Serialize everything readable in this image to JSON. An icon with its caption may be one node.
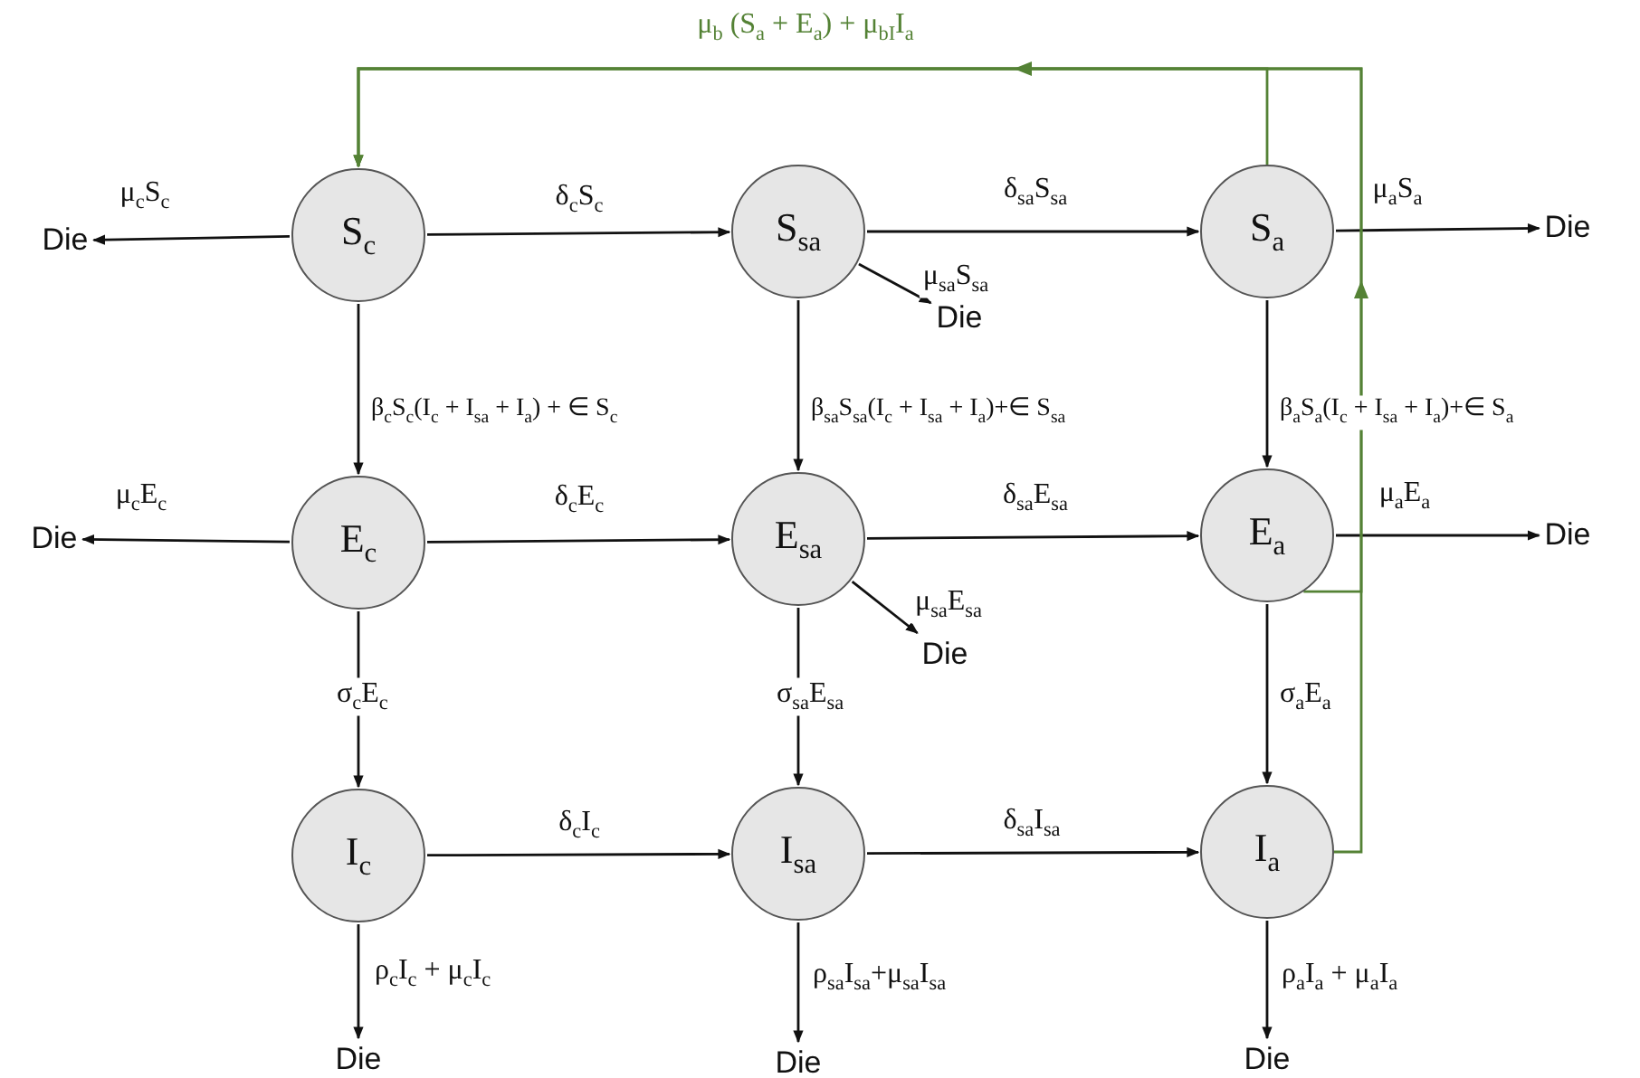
{
  "diagram": {
    "nodes": [
      {
        "text": [
          "Die"
        ]
      },
      {
        "text": [
          "S$_{c}$"
        ]
      },
      {
        "text": [
          "S$_{sa}$"
        ]
      },
      {
        "text": [
          "S$_{a}$"
        ]
      },
      {
        "text": [
          "Die"
        ]
      },
      {
        "text": [
          "Die"
        ]
      },
      {
        "text": [
          "Die"
        ]
      },
      {
        "text": [
          "E$_{c}$"
        ]
      },
      {
        "text": [
          "E$_{sa}$"
        ]
      },
      {
        "text": [
          "E$_{a}$"
        ]
      },
      {
        "text": [
          "Die"
        ]
      },
      {
        "text": [
          "Die"
        ]
      },
      {
        "text": [
          "I$_{c}$"
        ]
      },
      {
        "text": [
          "I$_{sa}$"
        ]
      },
      {
        "text": [
          "I$_{a}$"
        ]
      },
      {
        "text": [
          "Die"
        ]
      },
      {
        "text": [
          "Die"
        ]
      },
      {
        "text": [
          "Die"
        ]
      }
    ],
    "edges": [
      {
        "from": 1,
        "to": 0,
        "arrow": "to",
        "label": "μ$_{c}$S$_{c}$"
      },
      {
        "from": 1,
        "to": 2,
        "arrow": "to",
        "label": "δ$_{c}$S$_{c}$"
      },
      {
        "from": 2,
        "to": 3,
        "arrow": "to",
        "label": "δ$_{sa}$S$_{sa}$"
      },
      {
        "from": 3,
        "to": 4,
        "arrow": "to",
        "label": "μ$_{a}$S$_{a}$"
      },
      {
        "from": 2,
        "to": 5,
        "arrow": "to",
        "label": "μ$_{sa}$S$_{sa}$"
      },
      {
        "from": 1,
        "to": 7,
        "arrow": "to",
        "label": "β$_{c}$S$_{c}$(I$_{c}$ + I$_{sa}$ + I$_{a}$) + ∈ S$_{c}$"
      },
      {
        "from": 2,
        "to": 8,
        "arrow": "to",
        "label": "β$_{sa}$S$_{sa}$(I$_{c}$ + I$_{sa}$ + I$_{a}$)+∈ S$_{sa}$"
      },
      {
        "from": 3,
        "to": 9,
        "arrow": "to",
        "label": "β$_{a}$S$_{a}$(I$_{c}$ + I$_{sa}$ + I$_{a}$)+∈ S$_{a}$"
      },
      {
        "from": 7,
        "to": 6,
        "arrow": "to",
        "label": "μ$_{c}$E$_{c}$"
      },
      {
        "from": 7,
        "to": 8,
        "arrow": "to",
        "label": "δ$_{c}$E$_{c}$"
      },
      {
        "from": 8,
        "to": 9,
        "arrow": "to",
        "label": "δ$_{sa}$E$_{sa}$"
      },
      {
        "from": 9,
        "to": 10,
        "arrow": "to",
        "label": "μ$_{a}$E$_{a}$"
      },
      {
        "from": 8,
        "to": 11,
        "arrow": "to",
        "label": "μ$_{sa}$E$_{sa}$"
      },
      {
        "from": 7,
        "to": 12,
        "arrow": "to",
        "label": "σ$_{c}$E$_{c}$"
      },
      {
        "from": 8,
        "to": 13,
        "arrow": "to",
        "label": "σ$_{sa}$E$_{sa}$"
      },
      {
        "from": 9,
        "to": 14,
        "arrow": "to",
        "label": "σ$_{a}$E$_{a}$"
      },
      {
        "from": 12,
        "to": 13,
        "arrow": "to",
        "label": "δ$_{c}$I$_{c}$"
      },
      {
        "from": 13,
        "to": 14,
        "arrow": "to",
        "label": "δ$_{sa}$I$_{sa}$"
      },
      {
        "from": 12,
        "to": 15,
        "arrow": "to",
        "label": "ρ$_{c}$I$_{c}$ + μ$_{c}$I$_{c}$"
      },
      {
        "from": 13,
        "to": 16,
        "arrow": "to",
        "label": "ρ$_{sa}$I$_{sa}$+μ$_{sa}$I$_{sa}$"
      },
      {
        "from": 14,
        "to": 17,
        "arrow": "to",
        "label": "ρ$_{a}$I$_{a}$ + μ$_{a}$I$_{a}$"
      },
      {
        "from": 3,
        "to": 1,
        "arrow": "to",
        "color": "#548235",
        "label": "μ$_{b}$ (S$_{a}$ + E$_{a}$) + μ$_{bI}$I$_{a}$"
      },
      {
        "from": 9,
        "to": 1,
        "arrow": "to",
        "color": "#548235"
      },
      {
        "from": 14,
        "to": 1,
        "arrow": "to",
        "color": "#548235"
      }
    ]
  }
}
